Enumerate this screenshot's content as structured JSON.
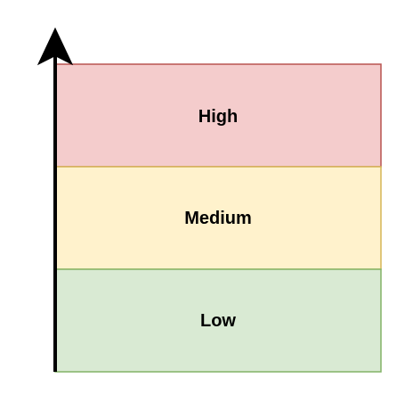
{
  "diagram": {
    "bands": [
      {
        "label": "High",
        "fill": "#f4cccc",
        "stroke": "#b85450"
      },
      {
        "label": "Medium",
        "fill": "#fff2cc",
        "stroke": "#d6b656"
      },
      {
        "label": "Low",
        "fill": "#d9ead3",
        "stroke": "#82b366"
      }
    ],
    "axis": {
      "color": "#000000",
      "icon": "arrow-up-icon"
    }
  }
}
